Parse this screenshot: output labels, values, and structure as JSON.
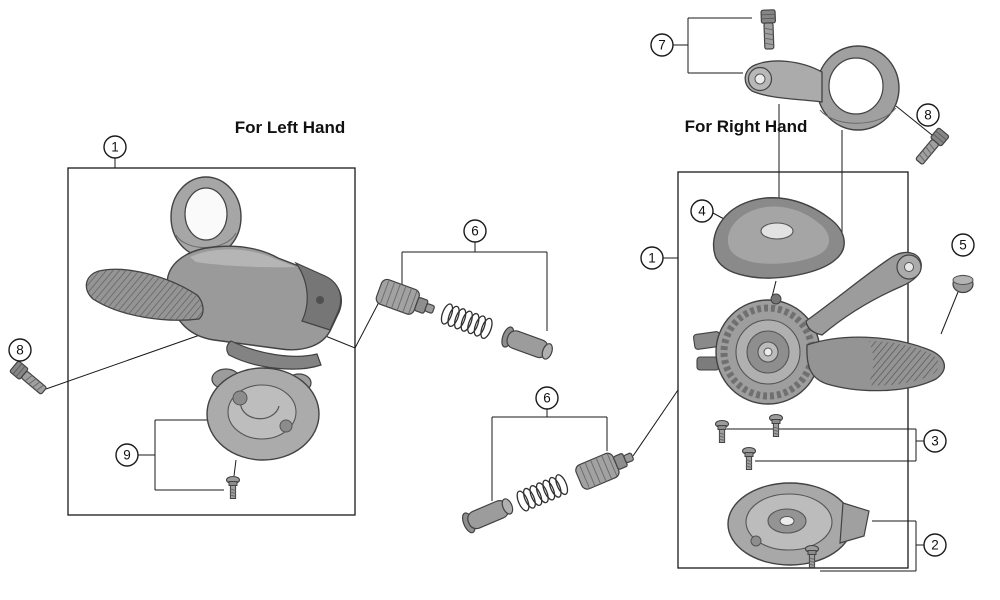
{
  "titles": {
    "left": "For Left Hand",
    "right": "For Right Hand"
  },
  "callouts": {
    "left_unit": "1",
    "left_clamp_bolt": "8",
    "left_bracket_unit": "9",
    "left_cable_adjust_unit": "6",
    "center_cable_adjust_unit": "6",
    "clamp_band_unit": "7",
    "right_clamp_bolt": "8",
    "right_upper_cover": "4",
    "right_unit": "1",
    "lever_end_cap": "5",
    "cover_fixing_screws": "3",
    "right_bracket_unit": "2"
  },
  "colors": {
    "background": "#ffffff",
    "callout_line": "#1a1a1a",
    "part_outline": "#424242",
    "part_fill": "#9c9c9c",
    "part_fill_light": "#b8b8b8",
    "part_fill_dark": "#757575",
    "text": "#111111"
  }
}
